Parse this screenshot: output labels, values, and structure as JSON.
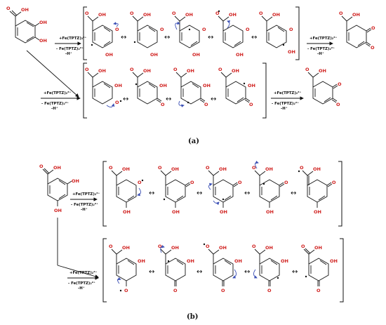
{
  "labels": {
    "oh": "OH",
    "o": "O",
    "resonance": "↔",
    "reagent_add": "+Fe(TPTZ)₂³⁺",
    "reagent_remove": "- Fe(TPTZ)₂²⁺",
    "proton_loss": "-H⁺"
  },
  "panels": {
    "a": "(a)",
    "b": "(b)"
  },
  "colors": {
    "oxygen": "#d0201e",
    "electron_arrow": "#3a4fb5",
    "bond": "#111111"
  }
}
